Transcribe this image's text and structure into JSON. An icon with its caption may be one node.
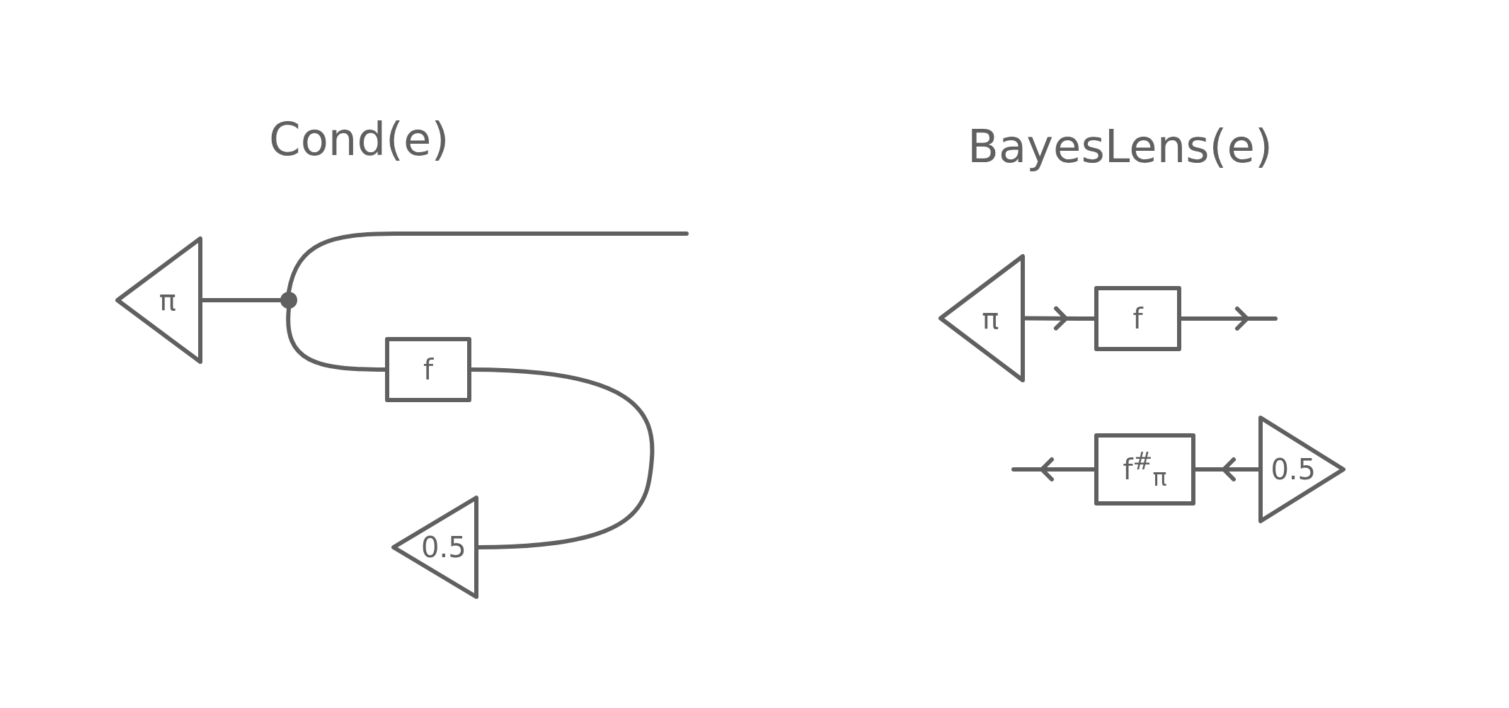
{
  "diagram": {
    "nodes": [
      {
        "text": [
          "π"
        ]
      },
      {
        "text": [],
        "shape": "circle"
      },
      {
        "text": [
          "f"
        ]
      },
      {
        "text": [
          "0.5"
        ]
      },
      {
        "text": [
          "π"
        ]
      },
      {
        "text": [
          "f"
        ]
      },
      {
        "text": [
          "f$^{#}$$_{π}$"
        ]
      },
      {
        "text": [
          "0.5"
        ]
      }
    ],
    "edges": [
      {
        "from": 0,
        "to": 1,
        "arrow": "none"
      },
      {
        "from": 1,
        "to": null,
        "arrow": "none"
      },
      {
        "from": 1,
        "to": 2,
        "arrow": "none"
      },
      {
        "from": 2,
        "to": 3,
        "arrow": "none"
      },
      {
        "from": 4,
        "to": 5,
        "arrow": "to"
      },
      {
        "from": 5,
        "to": null,
        "arrow": "to"
      },
      {
        "from": 6,
        "to": null,
        "arrow": "to"
      },
      {
        "from": 7,
        "to": 6,
        "arrow": "to"
      }
    ],
    "labels": [
      "Cond(e)",
      "BayesLens(e)"
    ]
  }
}
